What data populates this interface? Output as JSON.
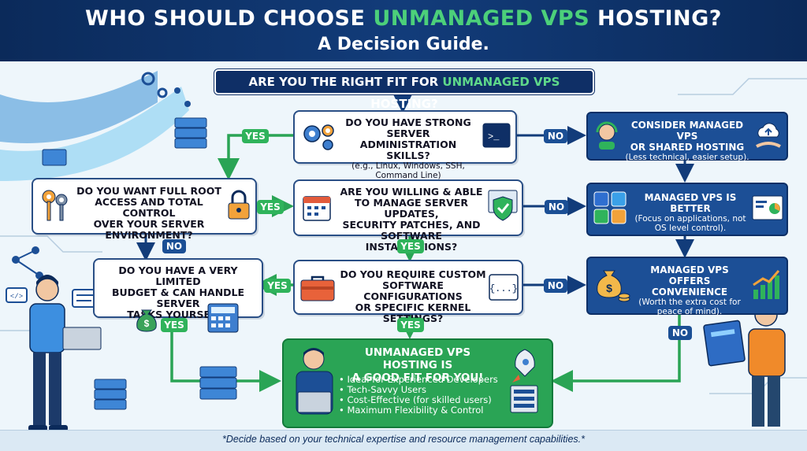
{
  "header": {
    "title_prefix": "WHO SHOULD CHOOSE ",
    "title_highlight": "UNMANAGED VPS",
    "title_suffix": " HOSTING?",
    "subtitle": "A Decision Guide."
  },
  "banner": {
    "prefix": "ARE YOU THE RIGHT FIT FOR ",
    "highlight": "UNMANAGED VPS",
    "suffix": " HOSTING?"
  },
  "questions": {
    "q1": {
      "line1": "DO YOU HAVE STRONG SERVER",
      "line2": "ADMINISTRATION SKILLS?",
      "detail1": "(e.g., Linux, Windows, SSH,",
      "detail2": "Command Line)"
    },
    "q2": {
      "line1": "ARE YOU WILLING & ABLE",
      "line2": "TO MANAGE SERVER UPDATES,",
      "line3": "SECURITY PATCHES, AND",
      "line4": "SOFTWARE INSTALLATIONS?"
    },
    "q3": {
      "line1": "DO YOU REQUIRE CUSTOM",
      "line2": "SOFTWARE CONFIGURATIONS",
      "line3": "OR SPECIFIC KERNEL SETTINGS?"
    },
    "q4": {
      "line1": "DO YOU WANT FULL ROOT",
      "line2": "ACCESS AND TOTAL CONTROL",
      "line3": "OVER YOUR SERVER",
      "line4": "ENVIRONMENT?"
    },
    "q5": {
      "line1": "DO YOU HAVE A VERY LIMITED",
      "line2": "BUDGET & CAN HANDLE SERVER",
      "line3": "TASKS YOURSELF?"
    }
  },
  "outcomes": {
    "o1": {
      "title1": "CONSIDER MANAGED VPS",
      "title2": "OR SHARED HOSTING",
      "sub": "(Less technical, easier setup)."
    },
    "o2": {
      "title": "MANAGED VPS IS BETTER",
      "sub1": "(Focus on applications, not",
      "sub2": "OS level control)."
    },
    "o3": {
      "title1": "MANAGED VPS OFFERS",
      "title2": "CONVENIENCE",
      "sub1": "(Worth the extra cost for",
      "sub2": "peace of mind)."
    }
  },
  "result": {
    "title1": "UNMANAGED VPS HOSTING IS",
    "title2": "A GOOD FIT FOR YOU!",
    "items": [
      "• Ideal for Experienced Developers",
      "• Tech-Savvy Users",
      "• Cost-Effective (for skilled users)",
      "• Maximum Flexibility & Control"
    ]
  },
  "labels": {
    "yes": "YES",
    "no": "NO"
  },
  "icons": {
    "q1": "gears-icon",
    "q1b": "terminal-icon",
    "q2": "calendar-icon",
    "q2b": "shield-check-icon",
    "q3": "toolbox-icon",
    "q3b": "code-braces-icon",
    "q4": "keys-icon",
    "q4b": "padlock-icon",
    "q5": "money-bag-icon",
    "q5b": "calculator-icon",
    "o1a": "headset-support-icon",
    "o1b": "cloud-upload-icon",
    "o2a": "apps-grid-icon",
    "o2b": "dashboard-icon",
    "o3a": "money-bag-icon",
    "o3b": "growth-chart-icon",
    "result": "rocket-icon"
  },
  "footer": {
    "note": "*Decide based on your technical expertise and resource management capabilities.*"
  },
  "colors": {
    "navy": "#0f2f66",
    "green": "#2aa455",
    "blue": "#1c4f96",
    "background": "#eef6fb"
  }
}
